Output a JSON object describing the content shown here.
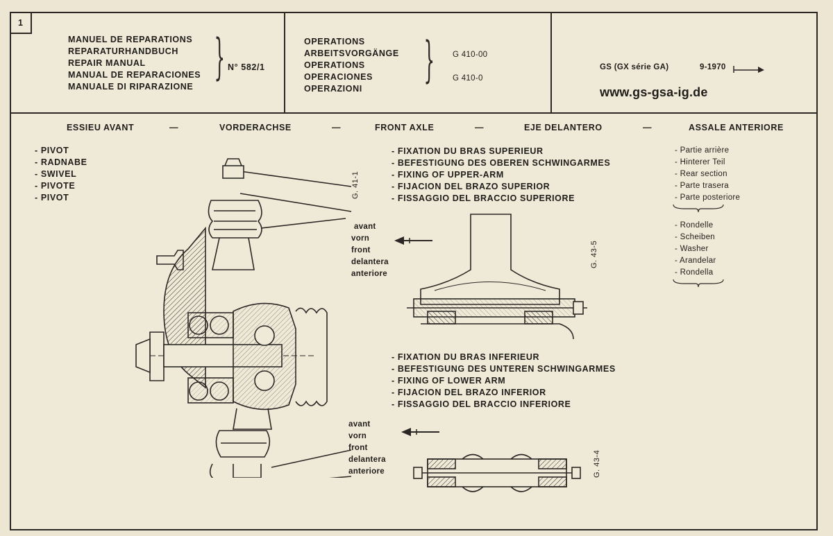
{
  "header": {
    "page_number": "1",
    "manual_titles": [
      "MANUEL DE REPARATIONS",
      "REPARATURHANDBUCH",
      "REPAIR MANUAL",
      "MANUAL DE REPARACIONES",
      "MANUALE DI RIPARAZIONE"
    ],
    "manual_number": "N° 582/1",
    "operations_titles": [
      "OPERATIONS",
      "ARBEITSVORGÄNGE",
      "OPERATIONS",
      "OPERACIONES",
      "OPERAZIONI"
    ],
    "op_code_1": "G 410-00",
    "op_code_2": "G 410-0",
    "model": "GS (GX série GA)",
    "date": "9-1970",
    "website": "www.gs-gsa-ig.de"
  },
  "section_titles": [
    "ESSIEU AVANT",
    "VORDERACHSE",
    "FRONT AXLE",
    "EJE DELANTERO",
    "ASSALE ANTERIORE"
  ],
  "section_separator": "—",
  "pivot_list": [
    "- PIVOT",
    "- RADNABE",
    "- SWIVEL",
    "- PIVOTE",
    "- PIVOT"
  ],
  "upper_arm_list": [
    "- FIXATION DU BRAS SUPERIEUR",
    "- BEFESTIGUNG DES OBEREN SCHWINGARMES",
    "- FIXING OF UPPER-ARM",
    "- FIJACION DEL BRAZO SUPERIOR",
    "- FISSAGGIO DEL BRACCIO SUPERIORE"
  ],
  "lower_arm_list": [
    "- FIXATION DU BRAS INFERIEUR",
    "- BEFESTIGUNG DES UNTEREN SCHWINGARMES",
    "- FIXING OF LOWER ARM",
    "- FIJACION DEL BRAZO INFERIOR",
    "- FISSAGGIO DEL BRACCIO INFERIORE"
  ],
  "rear_section_list": [
    "- Partie arrière",
    "- Hinterer Teil",
    "- Rear section",
    "- Parte trasera",
    "- Parte posteriore"
  ],
  "washer_list": [
    "- Rondelle",
    "- Scheiben",
    "- Washer",
    "- Arandelar",
    "- Rondella"
  ],
  "front_labels": [
    "avant",
    "vorn",
    "front",
    "delantera",
    "anteriore"
  ],
  "figure_refs": {
    "fig1": "G. 41-1",
    "fig2": "G. 43-5",
    "fig3": "G. 43-4"
  }
}
